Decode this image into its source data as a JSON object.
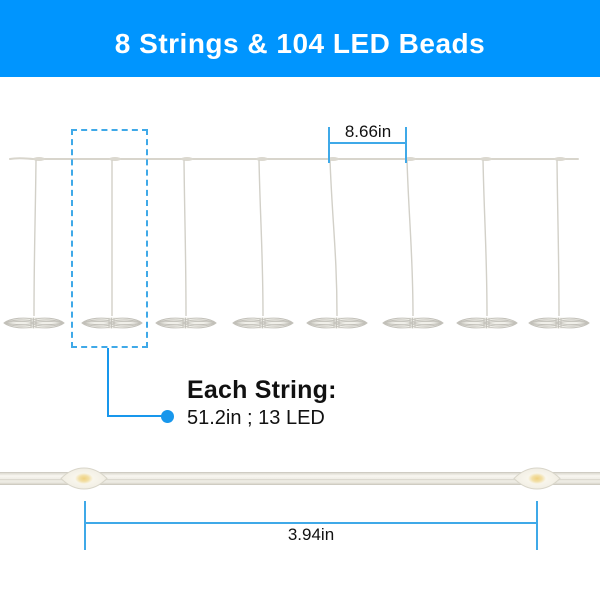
{
  "banner": {
    "title": "8 Strings & 104 LED Beads"
  },
  "diagram": {
    "string_count": 8,
    "spacing_label": "8.66in"
  },
  "callout": {
    "heading": "Each String:",
    "detail": "51.2in ; 13 LED"
  },
  "strip": {
    "bead_count_visible": 2,
    "length_label": "3.94in"
  },
  "colors": {
    "banner_blue": "#0095fe",
    "measure_blue": "#3fa9e8",
    "accent_blue": "#1897ec",
    "wire_gray": "#d6d4cb",
    "bead_glow": "#f0d894"
  }
}
